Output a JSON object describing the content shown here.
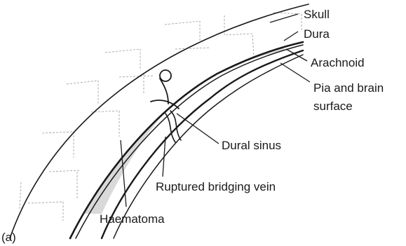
{
  "figure": {
    "panel_label": "(a)",
    "labels": {
      "skull": "Skull",
      "dura": "Dura",
      "arachnoid": "Arachnoid",
      "pia_line1": "Pia and brain",
      "pia_line2": "surface",
      "dural_sinus": "Dural sinus",
      "bridging_vein": "Ruptured bridging vein",
      "haematoma": "Haematoma"
    }
  },
  "colors": {
    "haematoma_fill": "#d9d9d9",
    "ink": "#1a1a1a"
  }
}
